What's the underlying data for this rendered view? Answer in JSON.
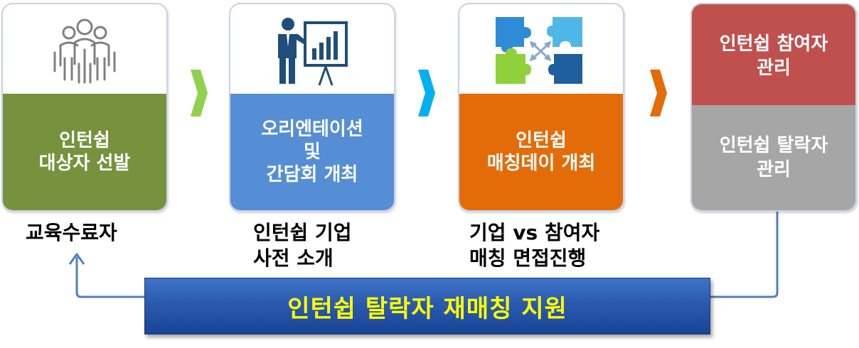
{
  "steps": [
    {
      "title_lines": [
        "인턴쉽",
        "대상자 선발"
      ],
      "band_color": "#76923c",
      "icon": "group-people-icon",
      "caption_lines": [
        "교육수료자"
      ]
    },
    {
      "title_lines": [
        "오리엔테이션",
        "및",
        "간담회 개최"
      ],
      "band_color": "#558ed5",
      "icon": "presenter-chart-icon",
      "caption_lines": [
        "인턴쉽 기업",
        "사전 소개"
      ]
    },
    {
      "title_lines": [
        "인턴쉽",
        "매칭데이 개최"
      ],
      "band_color": "#e36c09",
      "icon": "puzzle-matching-icon",
      "caption_lines": [
        "기업 vs 참여자",
        "매칭 면접진행"
      ]
    },
    {
      "top_lines": [
        "인턴쉽 참여자",
        "관리"
      ],
      "top_color": "#c0504d",
      "bottom_lines": [
        "인턴쉽 탈락자",
        "관리"
      ],
      "bottom_color": "#a6a6a6"
    }
  ],
  "chevron_colors": [
    "#92d050",
    "#00b0f0",
    "#e36c09"
  ],
  "banner": {
    "text": "인턴쉽 탈락자 재매칭 지원",
    "text_color": "#ffff00"
  },
  "connector_color": "#4f81bd"
}
